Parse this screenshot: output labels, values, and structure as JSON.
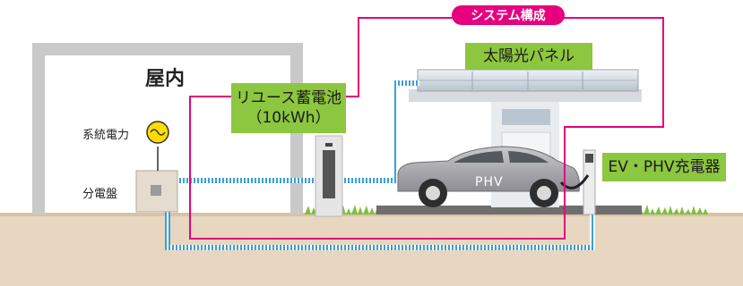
{
  "system_label": "システム構成",
  "indoor_label": "屋内",
  "power_label": "系統電力",
  "panel_board_label": "分電盤",
  "solar_label": "太陽光パネル",
  "battery_label_line1": "リユース蓄電池",
  "battery_label_line2": "（10kWh）",
  "charger_label": "EV・PHV充電器",
  "car_text": "PHV",
  "colors": {
    "system_border": "#e6007e",
    "label_bg": "#8dc63f",
    "cable": "#3aa0d8",
    "ground": "#e8d7c0",
    "house_wall": "#c9c9c9"
  }
}
